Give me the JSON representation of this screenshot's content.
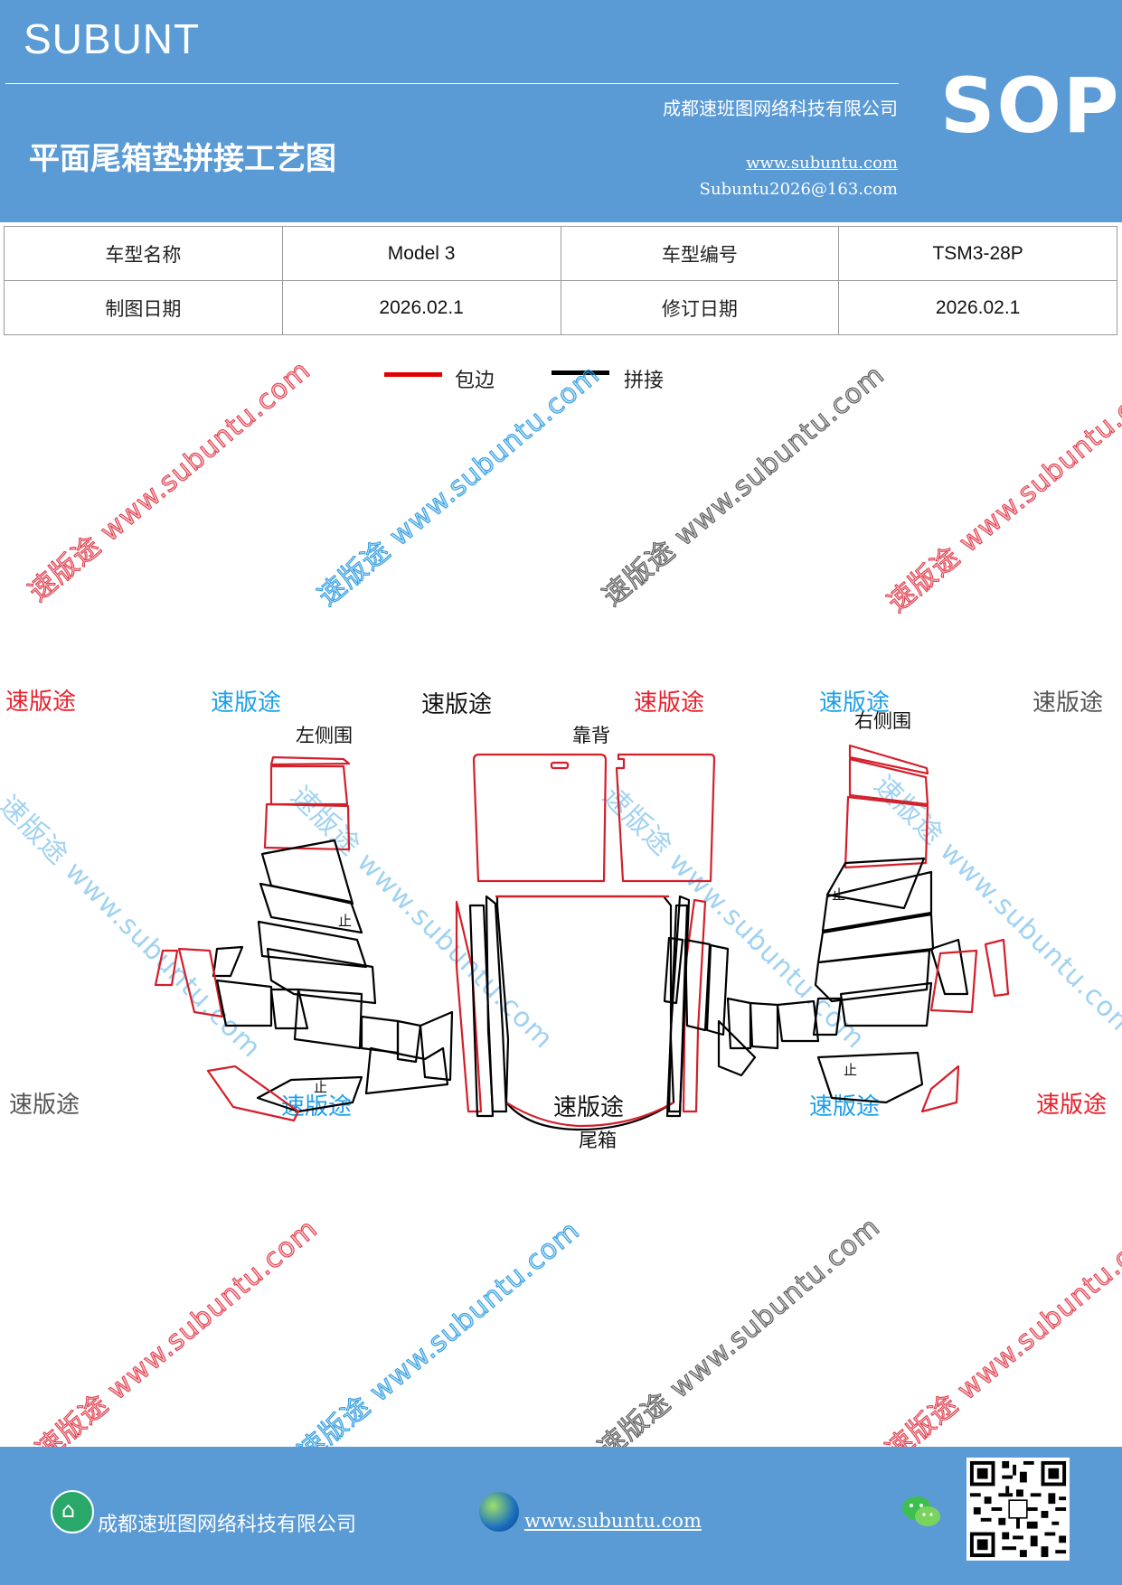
{
  "header": {
    "brand": "SUBUNT",
    "company": "成都速班图网络科技有限公司",
    "title": "平面尾箱垫拼接工艺图",
    "website": "www.subuntu.com",
    "email": "Subuntu2026@163.com",
    "badge": "SOP",
    "bg_color": "#5b9bd5"
  },
  "info_table": {
    "rows": [
      {
        "label1": "车型名称",
        "value1": "Model  3",
        "label2": "车型编号",
        "value2": "TSM3-28P"
      },
      {
        "label1": "制图日期",
        "value1": "2026.02.1",
        "label2": "修订日期",
        "value2": "2026.02.1"
      }
    ]
  },
  "legend": {
    "edge_label": "包边",
    "edge_color": "#e00000",
    "seam_label": "拼接",
    "seam_color": "#000000"
  },
  "watermark": {
    "text": "速版途 www.subuntu.com",
    "short": "速版途"
  },
  "parts": {
    "left": "左侧围",
    "back": "靠背",
    "right": "右侧围",
    "trunk": "尾箱",
    "stop_mark": "止"
  },
  "footer": {
    "company": "成都速班图网络科技有限公司",
    "website": "www.subuntu.com",
    "icons": [
      "home-icon",
      "globe-icon",
      "wechat-icon",
      "qr-code"
    ]
  }
}
